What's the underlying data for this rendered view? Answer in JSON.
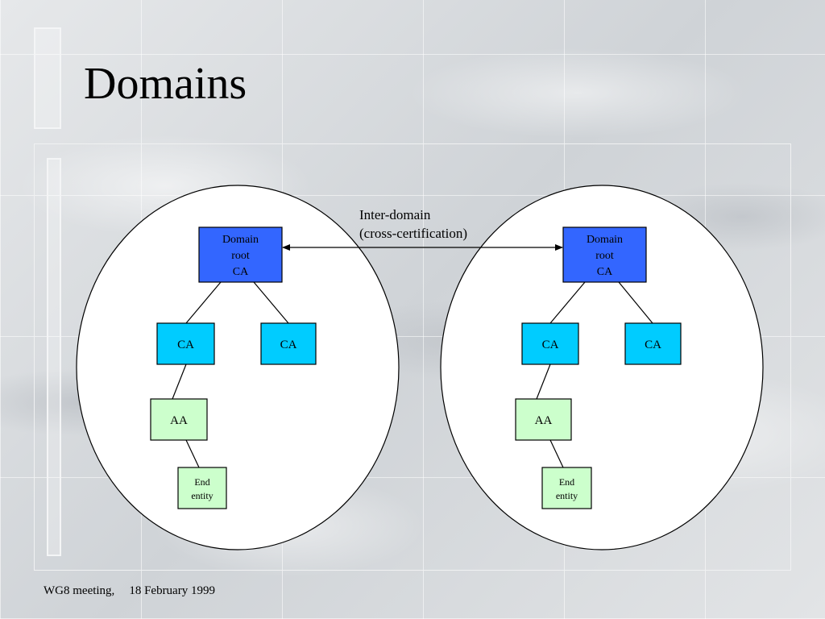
{
  "slide": {
    "title": "Domains",
    "footer": {
      "meeting": "WG8 meeting,",
      "date": "18 February 1999"
    }
  },
  "diagram": {
    "colors": {
      "root_fill": "#3366ff",
      "ca_fill": "#00ccff",
      "leaf_fill": "#ccffcc",
      "domain_fill": "#ffffff",
      "stroke": "#000000"
    },
    "cross_link": {
      "label_line1": "Inter-domain",
      "label_line2": "(cross-certification)"
    },
    "domains": [
      {
        "root": {
          "line1": "Domain",
          "line2": "root",
          "line3": "CA"
        },
        "ca_left": "CA",
        "ca_right": "CA",
        "aa": "AA",
        "end_entity": {
          "line1": "End",
          "line2": "entity"
        }
      },
      {
        "root": {
          "line1": "Domain",
          "line2": "root",
          "line3": "CA"
        },
        "ca_left": "CA",
        "ca_right": "CA",
        "aa": "AA",
        "end_entity": {
          "line1": "End",
          "line2": "entity"
        }
      }
    ]
  }
}
